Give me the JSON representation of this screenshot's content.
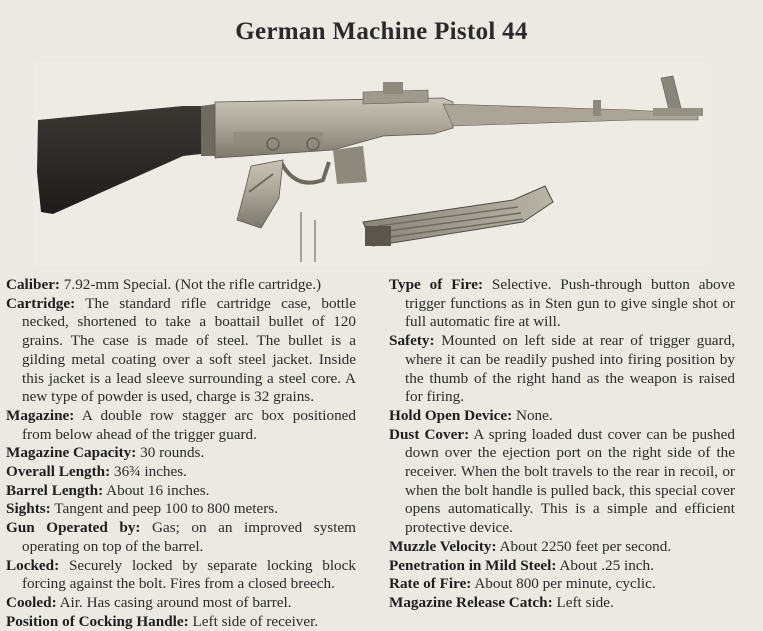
{
  "title": "German Machine Pistol 44",
  "photo": {
    "icon": "machine-pistol-with-magazine-photo"
  },
  "left_entries": [
    {
      "label": "Caliber:",
      "text": "7.92-mm Special. (Not the rifle cartridge.)"
    },
    {
      "label": "Cartridge:",
      "text": "The standard rifle cartridge case, bottle necked, shortened to take a boattail bullet of 120 grains. The case is made of steel. The bullet is a gilding metal coating over a soft steel jacket. Inside this jacket is a lead sleeve surrounding a steel core. A new type of powder is used, charge is 32 grains."
    },
    {
      "label": "Magazine:",
      "text": "A double row stagger arc box positioned from below ahead of the trigger guard."
    },
    {
      "label": "Magazine Capacity:",
      "text": "30 rounds."
    },
    {
      "label": "Overall Length:",
      "text": "36¾ inches."
    },
    {
      "label": "Barrel Length:",
      "text": "About 16 inches."
    },
    {
      "label": "Sights:",
      "text": "Tangent and peep 100 to 800 meters."
    },
    {
      "label": "Gun Operated by:",
      "text": "Gas; on an improved system operating on top of the barrel."
    },
    {
      "label": "Locked:",
      "text": "Securely locked by separate locking block forcing against the bolt. Fires from a closed breech."
    },
    {
      "label": "Cooled:",
      "text": "Air. Has casing around most of barrel."
    },
    {
      "label": "Position of Cocking Handle:",
      "text": "Left side of receiver."
    }
  ],
  "right_entries": [
    {
      "label": "Type of Fire:",
      "text": "Selective. Push-through button above trigger functions as in Sten gun to give single shot or full automatic fire at will."
    },
    {
      "label": "Safety:",
      "text": "Mounted on left side at rear of trigger guard, where it can be readily pushed into firing position by the thumb of the right hand as the weapon is raised for firing."
    },
    {
      "label": "Hold Open Device:",
      "text": "None."
    },
    {
      "label": "Dust Cover:",
      "text": "A spring loaded dust cover can be pushed down over the ejection port on the right side of the receiver. When the bolt travels to the rear in recoil, or when the bolt handle is pulled back, this special cover opens automatically. This is a simple and efficient protective device."
    },
    {
      "label": "Muzzle Velocity:",
      "text": "About 2250 feet per second."
    },
    {
      "label": "Penetration in Mild Steel:",
      "text": "About .25 inch."
    },
    {
      "label": "Rate of Fire:",
      "text": "About 800 per minute, cyclic."
    },
    {
      "label": "Magazine Release Catch:",
      "text": "Left side."
    }
  ]
}
